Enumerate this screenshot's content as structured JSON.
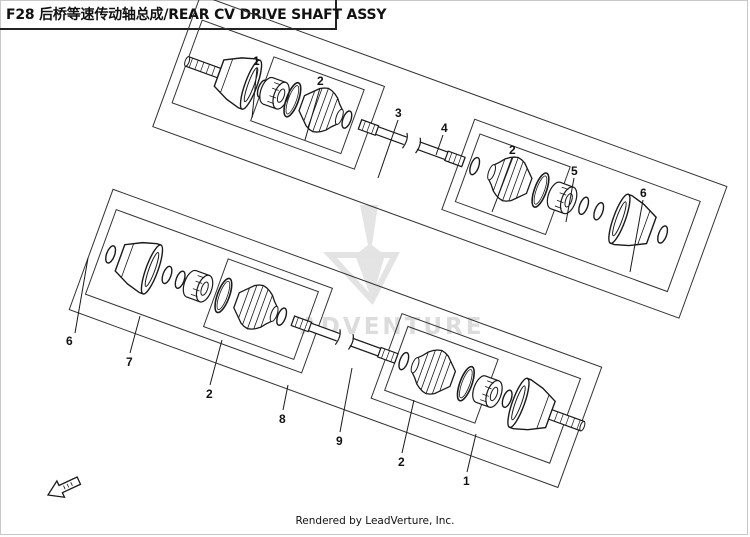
{
  "title": "F28 后桥等速传动轴总成/REAR CV DRIVE SHAFT ASSY",
  "watermark": {
    "text": "ADVENTURE"
  },
  "callouts": [
    "1",
    "2",
    "3",
    "4",
    "2",
    "5",
    "6",
    "6",
    "7",
    "2",
    "8",
    "9",
    "2",
    "1"
  ],
  "footer": "Rendered by LeadVerture, Inc.",
  "colors": {
    "line": "#1a1a1a",
    "watermark": "#d9d9d9"
  }
}
